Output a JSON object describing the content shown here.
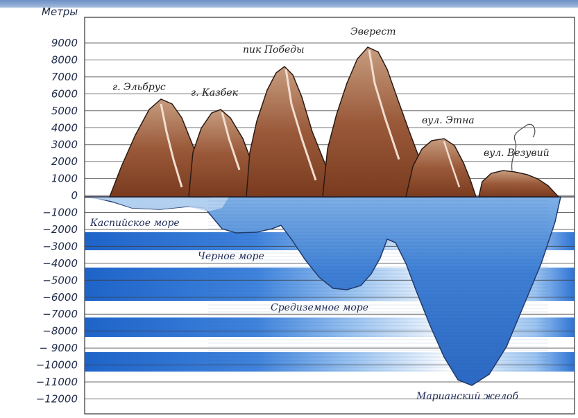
{
  "axis": {
    "title": "Метры",
    "ticks": [
      "9000",
      "8000",
      "7000",
      "6000",
      "5000",
      "4000",
      "3000",
      "2000",
      "1000",
      "0",
      "−1000",
      "−2000",
      "−3000",
      "−4000",
      "−5000",
      "−6000",
      "−7000",
      "−8000",
      "− 9000",
      "−10000",
      "−11000",
      "−12000"
    ]
  },
  "peaks": [
    {
      "label": "г. Эльбрус",
      "elevation_m": 5642
    },
    {
      "label": "г. Казбек",
      "elevation_m": 5033
    },
    {
      "label": "пик Победы",
      "elevation_m": 7439
    },
    {
      "label": "Эверест",
      "elevation_m": 8848
    },
    {
      "label": "вул. Этна",
      "elevation_m": 3340
    },
    {
      "label": "вул. Везувий",
      "elevation_m": 1281
    }
  ],
  "depths": [
    {
      "label": "Каспийское море",
      "depth_m": -1025
    },
    {
      "label": "Черное море",
      "depth_m": -2210
    },
    {
      "label": "Средиземное море",
      "depth_m": -5121
    },
    {
      "label": "Марианский желоб",
      "depth_m": -11022
    }
  ],
  "colors": {
    "mountain": "#8a4a2c",
    "mountain_light": "#c99a78",
    "sea": "#3f7fd6",
    "sea_light": "#8fbbea",
    "band_dark": "#1e63c8",
    "grid": "#3a3a3a"
  }
}
